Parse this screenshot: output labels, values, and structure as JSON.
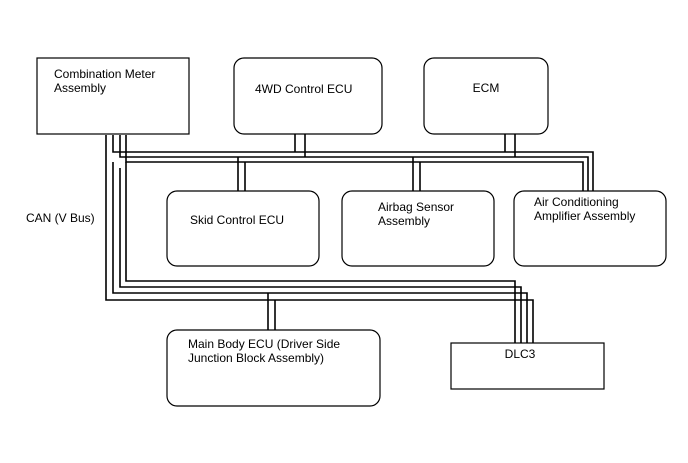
{
  "bus_label": "CAN (V Bus)",
  "nodes": {
    "combination_meter": [
      "Combination Meter",
      "Assembly"
    ],
    "fwd_control_ecu": [
      "4WD Control ECU"
    ],
    "ecm": [
      "ECM"
    ],
    "skid_control_ecu": [
      "Skid Control ECU"
    ],
    "airbag_sensor": [
      "Airbag Sensor",
      "Assembly"
    ],
    "air_conditioning": [
      "Air Conditioning",
      "Amplifier Assembly"
    ],
    "main_body_ecu": [
      "Main Body ECU (Driver Side",
      "Junction Block Assembly)"
    ],
    "dlc3": [
      "DLC3"
    ]
  }
}
